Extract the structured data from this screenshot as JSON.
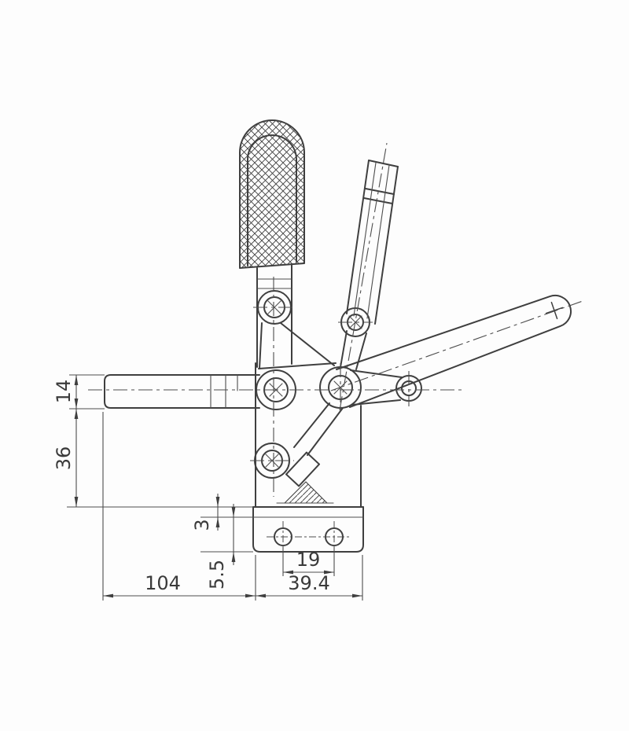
{
  "colors": {
    "background": "#fdfdfd",
    "line": "#3f3f3f",
    "thin_line": "#4d4d4d",
    "text": "#3a3a3a"
  },
  "dimensions": {
    "d14": "14",
    "d36": "36",
    "d3": "3",
    "d5_5": "5.5",
    "d104": "104",
    "d19": "19",
    "d39_4": "39.4"
  }
}
